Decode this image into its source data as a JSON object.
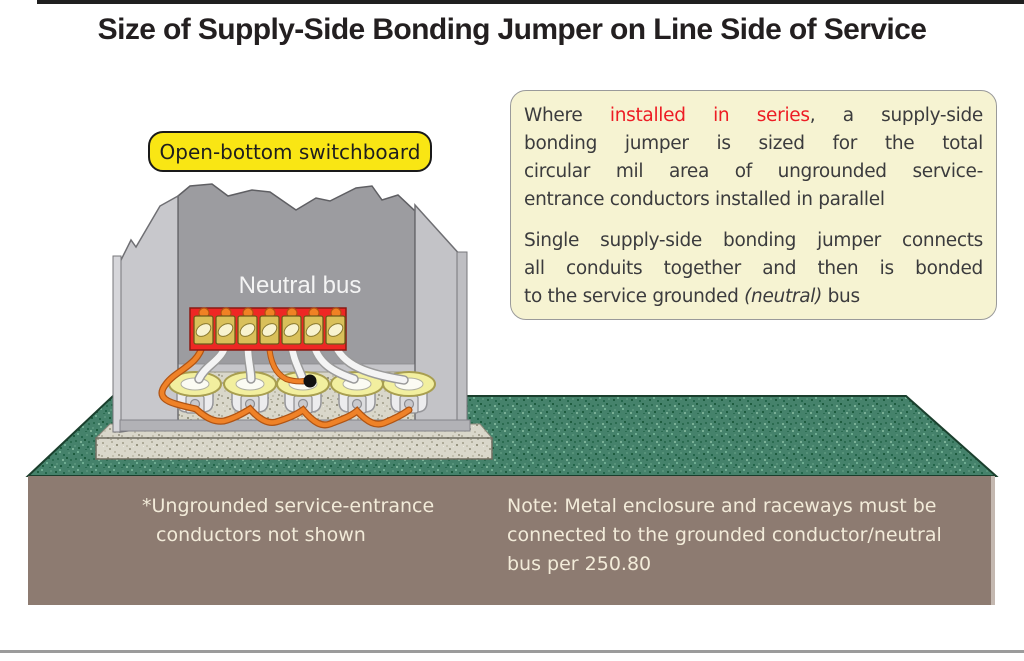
{
  "title": "Size of Supply-Side Bonding Jumper on Line Side of Service",
  "switchboard": {
    "label": "Open-bottom switchboard",
    "neutral_bus_label": "Neutral bus"
  },
  "info_box": {
    "p1": [
      {
        "segs": [
          {
            "t": "Where "
          },
          {
            "t": "installed in series",
            "s": "red"
          },
          {
            "t": ", a supply-side"
          }
        ]
      },
      {
        "segs": [
          {
            "t": "bonding jumper is sized for the total"
          }
        ]
      },
      {
        "segs": [
          {
            "t": "circular mil area of ungrounded service-"
          }
        ]
      },
      {
        "segs": [
          {
            "t": "entrance conductors installed in parallel"
          }
        ]
      }
    ],
    "p2": [
      {
        "segs": [
          {
            "t": "Single supply-side bonding jumper connects"
          }
        ]
      },
      {
        "segs": [
          {
            "t": "all conduits together and then is bonded"
          }
        ]
      },
      {
        "segs": [
          {
            "t": "to the service grounded "
          },
          {
            "t": "(neutral)",
            "s": "italic"
          },
          {
            "t": " bus"
          }
        ]
      }
    ]
  },
  "ground_notes": {
    "left_line1": "*Ungrounded service-entrance",
    "left_line2": "conductors not shown",
    "right_line1": "Note: Metal enclosure and raceways must be",
    "right_line2": "connected to the grounded conductor/neutral",
    "right_line3": "bus per 250.80"
  },
  "colors": {
    "title_text": "#231f20",
    "rule_dark": "#1f1f1f",
    "rule_gray": "#9b9b9b",
    "label_bg": "#f9e614",
    "label_border": "#1a1a1a",
    "info_box_bg": "#f6f3d2",
    "info_box_border": "#9a9a9a",
    "info_text": "#3b3b3d",
    "highlight_red": "#ed1c24",
    "grass_green": "#45826b",
    "earth_brown": "#8d7b71",
    "ground_text": "#f2ebd9",
    "concrete": "#d9d7ca",
    "enclosure_light": "#c8c8cc",
    "enclosure_dark": "#9c9ca0",
    "bus_red": "#ee2724",
    "lug_gold": "#d9c05a",
    "screw_orange": "#f08224",
    "jumper_orange": "#ef8228",
    "wire_white": "#f4f4f4",
    "bushing_yellow": "#f2ef9f"
  }
}
